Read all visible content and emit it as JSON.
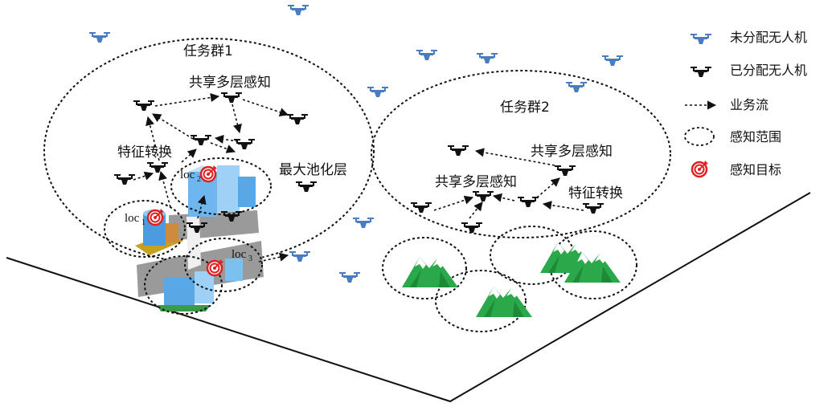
{
  "groups": {
    "group1_title": "任务群1",
    "group2_title": "任务群2"
  },
  "labels": {
    "shared_perception_1": "共享多层感知",
    "feature_transform_1": "特征转换",
    "max_pooling": "最大池化层",
    "shared_perception_2a": "共享多层感知",
    "shared_perception_2b": "共享多层感知",
    "feature_transform_2": "特征转换"
  },
  "locations": [
    {
      "base": "loc",
      "sub": "1"
    },
    {
      "base": "loc",
      "sub": "2"
    },
    {
      "base": "loc",
      "sub": "3"
    }
  ],
  "legend": [
    {
      "label": "未分配无人机",
      "icon": "unassigned-drone-icon",
      "color": "#4a7cc0"
    },
    {
      "label": "已分配无人机",
      "icon": "assigned-drone-icon",
      "color": "#111111"
    },
    {
      "label": "业务流",
      "icon": "business-flow-arrow-icon",
      "color": "#111111"
    },
    {
      "label": "感知范围",
      "icon": "perception-range-icon",
      "color": "#111111"
    },
    {
      "label": "感知目标",
      "icon": "perception-target-icon",
      "color": "#e02020"
    }
  ],
  "colors": {
    "unassigned": "#4a7cc0",
    "assigned": "#111111",
    "target": "#e02020",
    "mountain": "#2aa84a",
    "road": "#9a9a9a"
  }
}
